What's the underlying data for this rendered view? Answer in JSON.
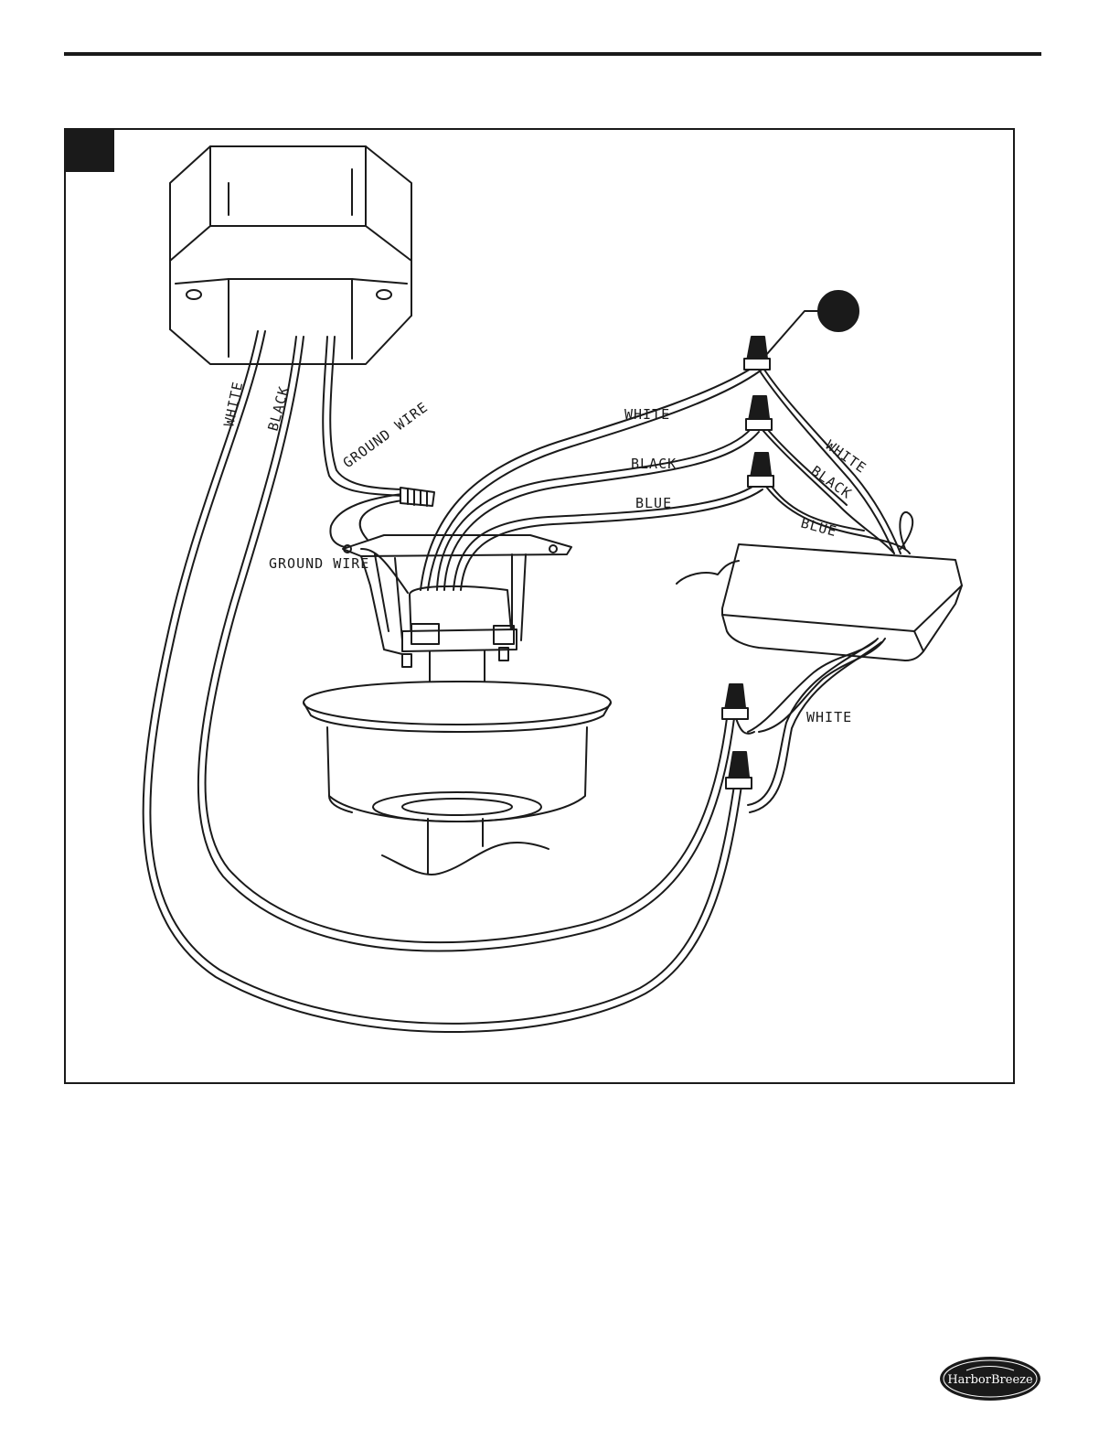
{
  "brand": {
    "name": "HarborBreeze",
    "text_color": "#ffffff",
    "badge_color": "#1a1a1a"
  },
  "labels": {
    "house_white": "WHITE",
    "house_black": "BLACK",
    "ground_wire_top": "GROUND WIRE",
    "ground_wire_bracket": "GROUND WIRE",
    "fan_white": "WHITE",
    "fan_black": "BLACK",
    "fan_blue": "BLUE",
    "receiver_white": "WHITE",
    "receiver_black": "BLACK",
    "receiver_blue": "BLUE",
    "receiver_out_white": "WHITE"
  },
  "colors": {
    "ink": "#1a1a1a",
    "paper": "#ffffff"
  }
}
